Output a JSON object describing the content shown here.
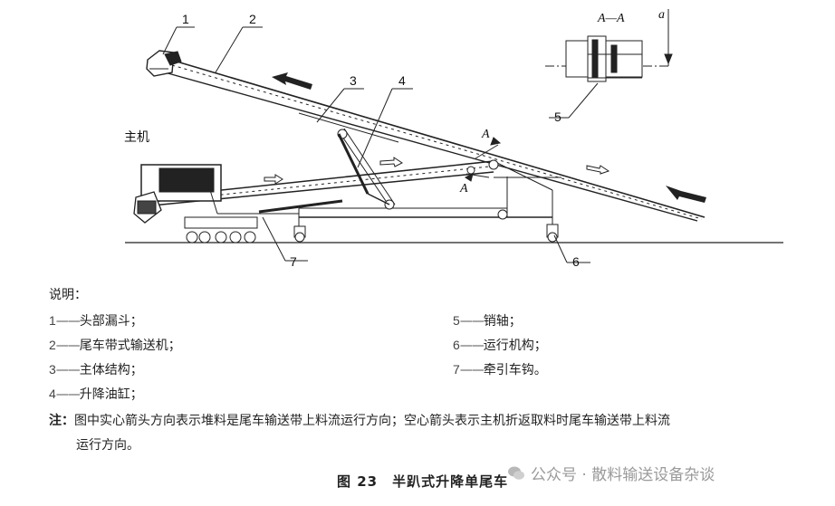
{
  "figure": {
    "callouts": [
      "1",
      "2",
      "3",
      "4",
      "5",
      "6",
      "7"
    ],
    "host_label": "主机",
    "section_title": "A—A",
    "section_marker": "A",
    "dim_label": "a"
  },
  "legend": {
    "title": "说明：",
    "items": [
      {
        "num": "1",
        "dash": "——",
        "text": "头部漏斗；"
      },
      {
        "num": "2",
        "dash": "——",
        "text": "尾车带式输送机；"
      },
      {
        "num": "3",
        "dash": "——",
        "text": "主体结构；"
      },
      {
        "num": "4",
        "dash": "——",
        "text": "升降油缸；"
      },
      {
        "num": "5",
        "dash": "——",
        "text": "销轴；"
      },
      {
        "num": "6",
        "dash": "——",
        "text": "运行机构；"
      },
      {
        "num": "7",
        "dash": "——",
        "text": "牵引车钩。"
      }
    ]
  },
  "note": {
    "tag": "注：",
    "line1": "图中实心箭头方向表示堆料是尾车输送带上料流运行方向；空心箭头表示主机折返取料时尾车输送带上料流",
    "line2": "运行方向。"
  },
  "caption": "图 23　半趴式升降单尾车",
  "watermark": "公众号 · 散料输送设备杂谈"
}
